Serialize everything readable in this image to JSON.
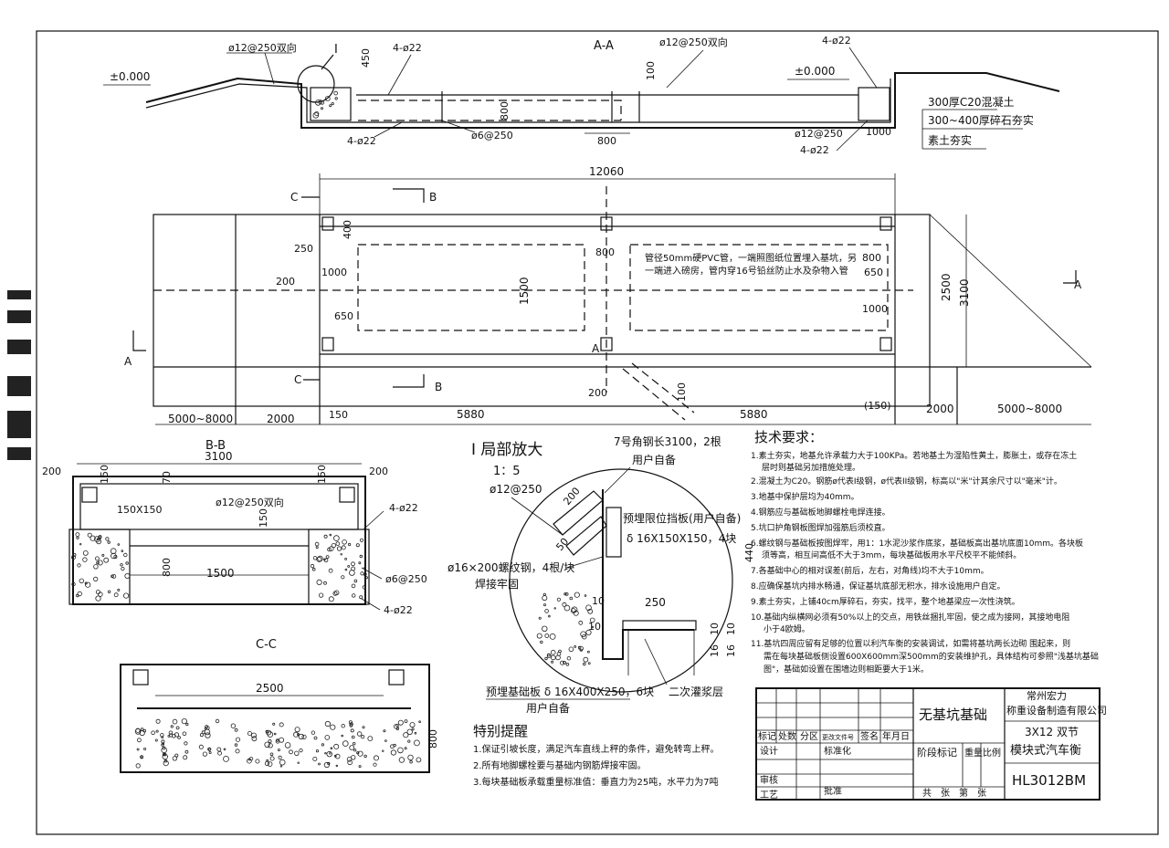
{
  "section_aa": {
    "title": "A-A",
    "elev_left": "±0.000",
    "elev_right": "±0.000",
    "rebar_left": "ø12@250双向",
    "rebar_center": "ø12@250双向",
    "detail_mark": "I",
    "dim_450": "450",
    "dim_100": "100",
    "dim_800v": "800",
    "dim_800h": "800",
    "dim_1000": "1000",
    "bar_top_left": "4-ø22",
    "bar_top_right": "4-ø22",
    "bar_bot_left": "4-ø22",
    "bar_bot_right": "4-ø22",
    "stirrup": "ø6@250",
    "rebar_right": "ø12@250",
    "layers": [
      "300厚C20混凝土",
      "300~400厚碎石夯实",
      "素土夯实"
    ]
  },
  "plan": {
    "dim_total": "12060",
    "dim_5000_left": "5000~8000",
    "dim_2000_left": "2000",
    "dim_150_left": "150",
    "dim_5880_a": "5880",
    "dim_5880_b": "5880",
    "dim_150_right": "(150)",
    "dim_2000_right": "2000",
    "dim_5000_right": "5000~8000",
    "dim_3100": "3100",
    "dim_2500": "2500",
    "dim_1500": "1500",
    "dim_400": "400",
    "dim_250": "250",
    "dim_200": "200",
    "dim_1000_l": "1000",
    "dim_650_l": "650",
    "dim_800_top": "800",
    "dim_800_r": "800",
    "dim_650_r": "650",
    "dim_1000_r": "1000",
    "dim_200_pipe": "200",
    "dim_100_pipe": "100",
    "mark_c_top": "C",
    "mark_c_bot": "C",
    "mark_b_top": "B",
    "mark_b_bot": "B",
    "mark_a_left": "A",
    "mark_a_right": "A",
    "mark_a_center": "A",
    "note_line1": "管径50mm硬PVC管，一端照图纸位置埋入基坑，另",
    "note_line2": "一端进入磅房，管内穿16号铅丝防止水及杂物入管"
  },
  "section_bb": {
    "title": "B-B",
    "dim_3100": "3100",
    "dim_200_l": "200",
    "dim_200_r": "200",
    "dim_150_a": "150",
    "dim_70": "70",
    "dim_150_b": "150",
    "dim_150_c": "150",
    "dim_800": "800",
    "dim_1500": "1500",
    "plate": "150X150",
    "rebar": "ø12@250双向",
    "bar_top": "4-ø22",
    "bar_bot": "4-ø22",
    "stirrup": "ø6@250"
  },
  "section_cc": {
    "title": "C-C",
    "dim_2500": "2500",
    "dim_800": "800"
  },
  "detail_i": {
    "title": "I 局部放大",
    "scale": "1：5",
    "angle_steel": "7号角钢长3100，2根",
    "angle_owner": "用户自备",
    "rebar": "ø12@250",
    "dim_200": "200",
    "dim_50": "50",
    "stop_plate": "预埋限位挡板(用户自备)",
    "stop_plate_spec": "δ 16X150X150，4块",
    "bolt": "ø16×200螺纹钢，4根/块",
    "bolt_weld": "焊接牢固",
    "dim_440": "440",
    "dim_10a": "10",
    "dim_10b": "10",
    "dim_250": "250",
    "dim_10c": "10",
    "dim_16a": "16",
    "dim_16b": "16",
    "dim_10d": "10",
    "base_plate": "预埋基础板 δ 16X400X250，6块",
    "base_owner": "用户自备",
    "grout": "二次灌浆层"
  },
  "tech": {
    "title": "技术要求：",
    "items": [
      "1.素土夯实，地基允许承载力大于100KPa。若地基土为湿陷性黄土，膨胀土，或存在冻土",
      "层时则基础另加措施处理。",
      "2.混凝土为C20。钢筋ø代表I级钢，ø代表II级钢，标高以\"米\"计其余尺寸以\"毫米\"计。",
      "3.地基中保护层均为40mm。",
      "4.钢筋应与基础板地脚螺栓电焊连接。",
      "5.坑口护角钢板图焊加强筋后须校直。",
      "6.螺纹钢与基础板按图焊牢，用1：1水泥沙浆作底浆，基础板高出基坑底面10mm。各块板",
      "须等高，相互间高低不大于3mm，每块基础板用水平尺校平不能倾斜。",
      "7.各基础中心的相对误差(前后，左右，对角线)均不大于10mm。",
      "8.应确保基坑内排水畅通，保证基坑底部无积水，排水设施用户自定。",
      "9.素土夯实，上铺40cm厚碎石，夯实，找平，整个地基梁应一次性浇筑。",
      "10.基础内纵横网必须有50%以上的交点，用铁丝捆扎牢固，使之成为接网，其接地电阻",
      "小于4欧姆。",
      "11.基坑四周应留有足够的位置以利汽车衡的安装调试，如需将基坑两长边砌 围起来，则",
      "需在每块基础板侧设置600X600mm深500mm的安装维护孔，具体结构可参照\"浅基坑基础",
      "图\"，基础如设置在围墙边则相距要大于1米。"
    ]
  },
  "remind": {
    "title": "特别提醒",
    "items": [
      "1.保证引坡长度，满足汽车直线上秤的条件，避免转弯上秤。",
      "2.所有地脚螺栓要与基础内钢筋焊接牢固。",
      "3.每块基础板承载重量标准值：垂直力为25吨，水平力为7吨"
    ]
  },
  "titleblock": {
    "drawing_name": "无基坑基础",
    "company1": "常州宏力",
    "company2": "称重设备制造有限公司",
    "product1": "3X12 双节",
    "product2": "模块式汽车衡",
    "drawing_no": "HL3012BM",
    "headers": [
      "标记",
      "处数",
      "分区",
      "更改文件号",
      "签名",
      "年月日"
    ],
    "rows": [
      "设计",
      "审核",
      "工艺"
    ],
    "std": "标准化",
    "approve": "批准",
    "stage": "阶段标记",
    "weight": "重量",
    "ratio": "比例",
    "sheets": "共　张　第　张"
  }
}
